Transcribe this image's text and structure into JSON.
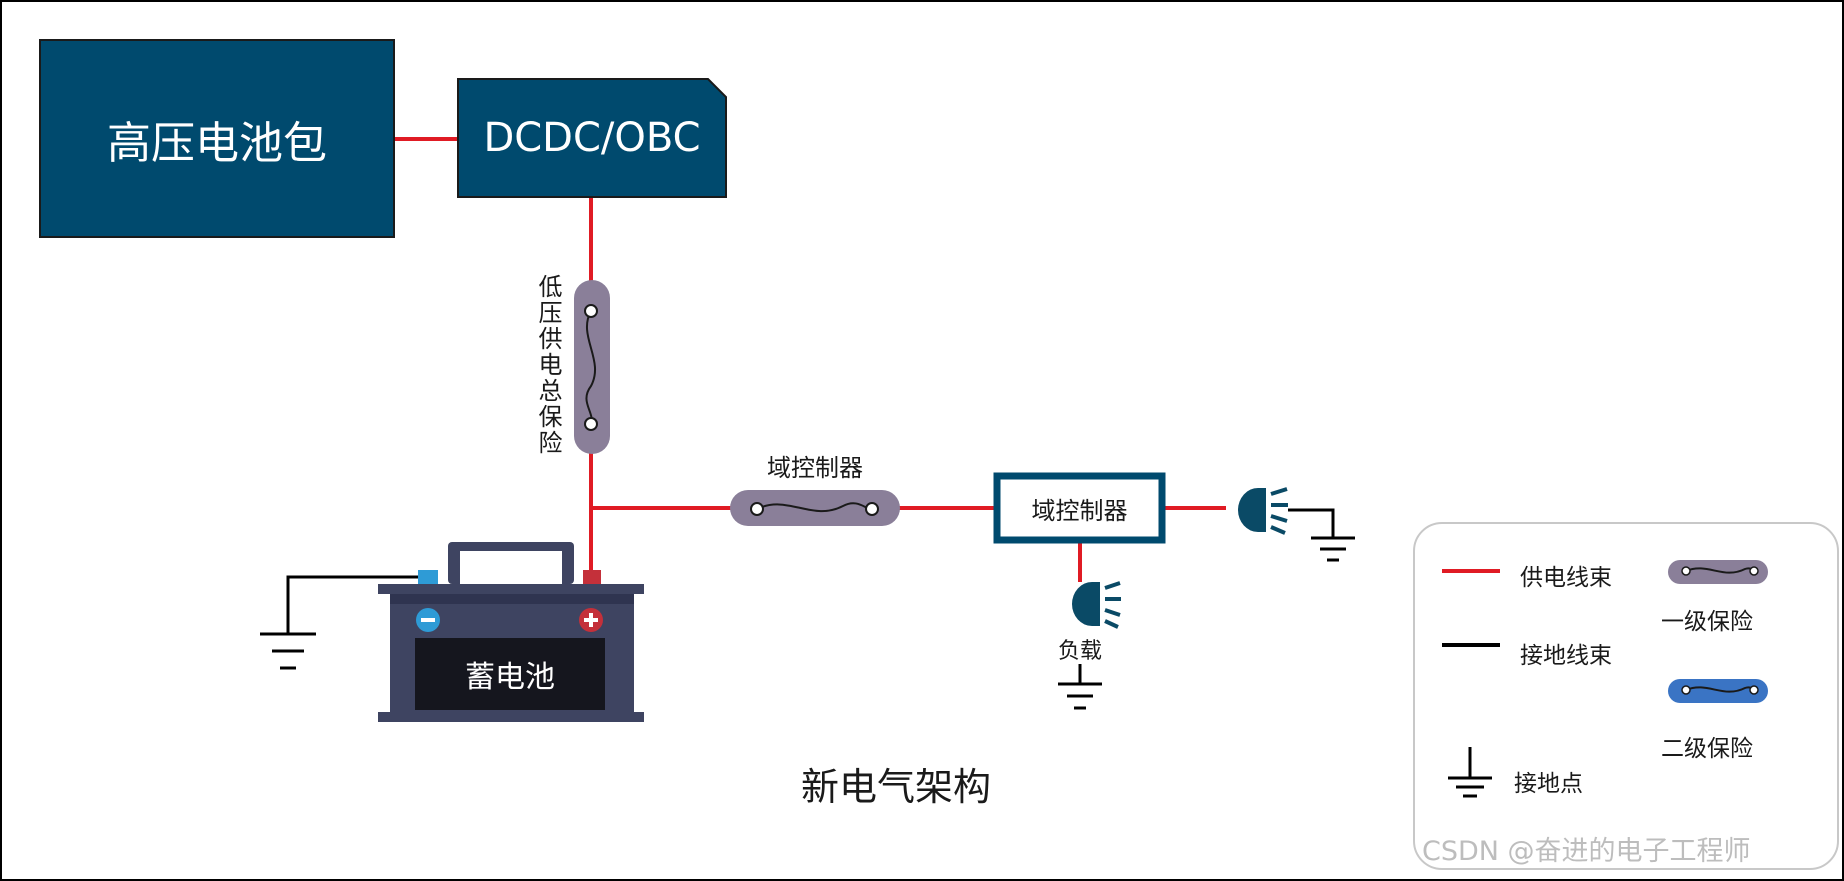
{
  "nodes": {
    "hv_battery": "高压电池包",
    "dcdc_obc": "DCDC/OBC",
    "main_fuse": "低压供电总保险",
    "domain_fuse": "域控制器",
    "domain_controller": "域控制器",
    "battery": "蓄电池",
    "load": "负载"
  },
  "caption": "新电气架构",
  "legend": {
    "power_harness": "供电线束",
    "ground_harness": "接地线束",
    "ground_point": "接地点",
    "primary_fuse": "一级保险",
    "secondary_fuse": "二级保险"
  },
  "watermark": "CSDN @奋进的电子工程师",
  "colors": {
    "box_fill": "#004a6e",
    "power_line": "#e01b24",
    "ground_line": "#000000",
    "primary_fuse": "#8a7f99",
    "secondary_fuse": "#3a74c4",
    "battery_body": "#3e4461"
  }
}
